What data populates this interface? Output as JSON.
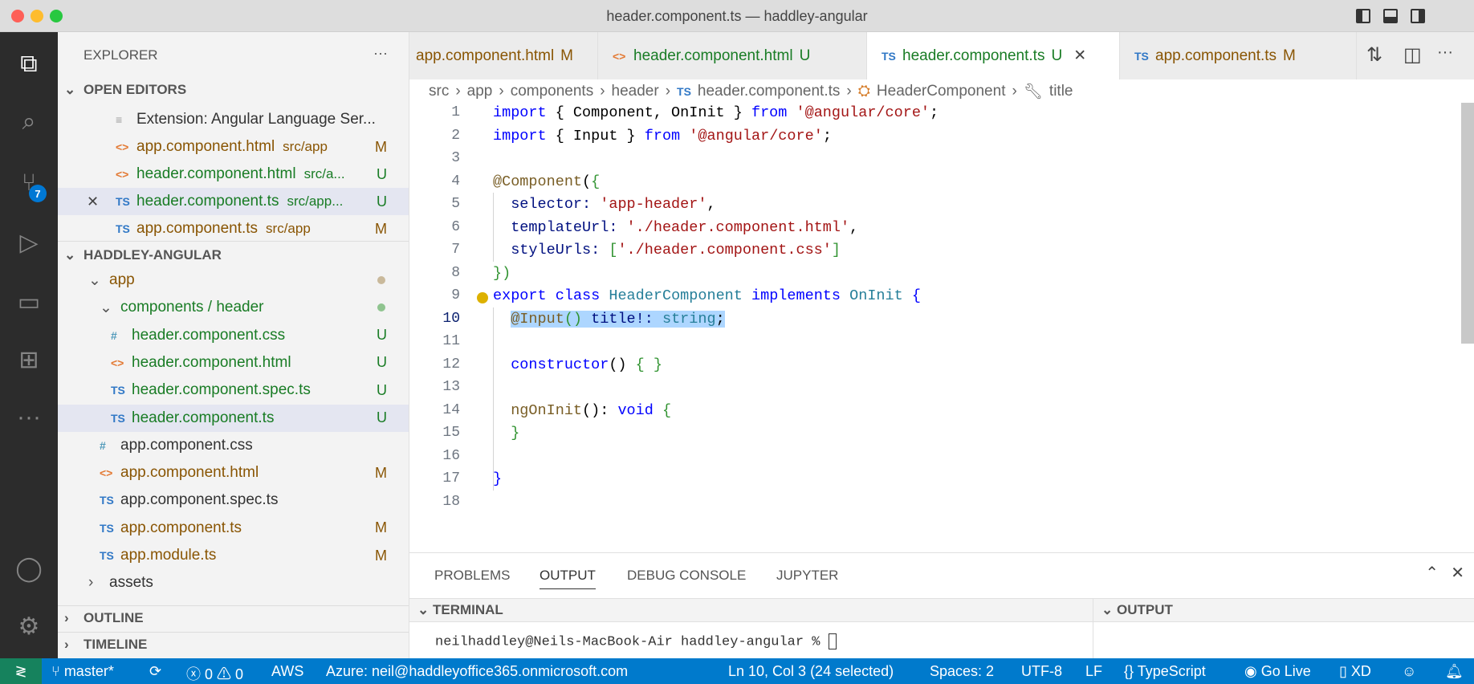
{
  "window": {
    "title": "header.component.ts — haddley-angular"
  },
  "activity": {
    "scm_badge": "7",
    "more": "···"
  },
  "sidebar": {
    "title": "EXPLORER",
    "more": "···",
    "open_editors_label": "OPEN EDITORS",
    "open_editors": [
      {
        "icon": "T",
        "name": "Extension: Angular Language Ser...",
        "desc": "",
        "badge": "",
        "state": "plain"
      },
      {
        "icon": "<>",
        "name": "app.component.html",
        "desc": "src/app",
        "badge": "M",
        "state": "mod"
      },
      {
        "icon": "<>",
        "name": "header.component.html",
        "desc": "src/a...",
        "badge": "U",
        "state": "unt"
      },
      {
        "icon": "TS",
        "name": "header.component.ts",
        "desc": "src/app...",
        "badge": "U",
        "state": "unt",
        "active": true
      },
      {
        "icon": "TS",
        "name": "app.component.ts",
        "desc": "src/app",
        "badge": "M",
        "state": "mod"
      }
    ],
    "project_label": "HADDLEY-ANGULAR",
    "tree": [
      {
        "indent": 1,
        "icon": "v",
        "name": "app",
        "badge": "dot-mod",
        "state": "mod"
      },
      {
        "indent": 2,
        "icon": "v",
        "name": "components / header",
        "badge": "dot-unt",
        "state": "unt"
      },
      {
        "indent": 3,
        "icon": "#",
        "name": "header.component.css",
        "badge": "U",
        "state": "unt"
      },
      {
        "indent": 3,
        "icon": "<>",
        "name": "header.component.html",
        "badge": "U",
        "state": "unt"
      },
      {
        "indent": 3,
        "icon": "TS",
        "name": "header.component.spec.ts",
        "badge": "U",
        "state": "unt"
      },
      {
        "indent": 3,
        "icon": "TS",
        "name": "header.component.ts",
        "badge": "U",
        "state": "unt",
        "active": true
      },
      {
        "indent": 2,
        "icon": "#",
        "name": "app.component.css",
        "badge": "",
        "state": "plain"
      },
      {
        "indent": 2,
        "icon": "<>",
        "name": "app.component.html",
        "badge": "M",
        "state": "mod"
      },
      {
        "indent": 2,
        "icon": "TS",
        "name": "app.component.spec.ts",
        "badge": "",
        "state": "plain"
      },
      {
        "indent": 2,
        "icon": "TS",
        "name": "app.component.ts",
        "badge": "M",
        "state": "mod"
      },
      {
        "indent": 2,
        "icon": "TS",
        "name": "app.module.ts",
        "badge": "M",
        "state": "mod"
      },
      {
        "indent": 1,
        "icon": ">",
        "name": "assets",
        "badge": "",
        "state": "plain"
      }
    ],
    "outline_label": "OUTLINE",
    "timeline_label": "TIMELINE"
  },
  "tabs": [
    {
      "icon": "<>",
      "name": "app.component.html",
      "badge": "M",
      "state": "mod"
    },
    {
      "icon": "<>",
      "name": "header.component.html",
      "badge": "U",
      "state": "unt"
    },
    {
      "icon": "TS",
      "name": "header.component.ts",
      "badge": "U",
      "state": "unt",
      "active": true
    },
    {
      "icon": "TS",
      "name": "app.component.ts",
      "badge": "M",
      "state": "mod"
    }
  ],
  "breadcrumb": [
    "src",
    "app",
    "components",
    "header",
    "header.component.ts",
    "HeaderComponent",
    "title"
  ],
  "editor": {
    "current_line": 10,
    "lines": [
      [
        [
          "import",
          "kw"
        ],
        [
          " { Component, OnInit } ",
          "p"
        ],
        [
          "from",
          "kw"
        ],
        [
          " ",
          "p"
        ],
        [
          "'@angular/core'",
          "str"
        ],
        [
          ";",
          "p"
        ]
      ],
      [
        [
          "import",
          "kw"
        ],
        [
          " { Input } ",
          "p"
        ],
        [
          "from",
          "kw"
        ],
        [
          " ",
          "p"
        ],
        [
          "'@angular/core'",
          "str"
        ],
        [
          ";",
          "p"
        ]
      ],
      [],
      [
        [
          "@Component",
          "dec"
        ],
        [
          "(",
          "p"
        ],
        [
          "{",
          "br"
        ]
      ],
      [
        [
          "  selector: ",
          "id"
        ],
        [
          "'app-header'",
          "str"
        ],
        [
          ",",
          "p"
        ]
      ],
      [
        [
          "  templateUrl: ",
          "id"
        ],
        [
          "'./header.component.html'",
          "str"
        ],
        [
          ",",
          "p"
        ]
      ],
      [
        [
          "  styleUrls: ",
          "id"
        ],
        [
          "[",
          "br"
        ],
        [
          "'./header.component.css'",
          "str"
        ],
        [
          "]",
          "br"
        ]
      ],
      [
        [
          "})",
          "br"
        ]
      ],
      [
        [
          "export",
          "kw"
        ],
        [
          " ",
          "p"
        ],
        [
          "class",
          "kw"
        ],
        [
          " HeaderComponent ",
          "cls"
        ],
        [
          "implements",
          "kw"
        ],
        [
          " OnInit ",
          "cls"
        ],
        [
          "{",
          "kw"
        ]
      ],
      [
        [
          "  @Input",
          "dec"
        ],
        [
          "()",
          "br"
        ],
        [
          " title!: ",
          "id"
        ],
        [
          "string",
          "cls"
        ],
        [
          ";",
          "p"
        ]
      ],
      [],
      [
        [
          "  constructor",
          "kw"
        ],
        [
          "() ",
          "p"
        ],
        [
          "{ }",
          "br"
        ]
      ],
      [],
      [
        [
          "  ngOnInit",
          "fn"
        ],
        [
          "(): ",
          "p"
        ],
        [
          "void",
          "kw"
        ],
        [
          " ",
          "p"
        ],
        [
          "{",
          "br"
        ]
      ],
      [
        [
          "  }",
          "br"
        ]
      ],
      [],
      [
        [
          "}",
          "kw"
        ]
      ],
      []
    ]
  },
  "panel": {
    "tabs": [
      "PROBLEMS",
      "OUTPUT",
      "DEBUG CONSOLE",
      "JUPYTER"
    ],
    "active_tab": "OUTPUT",
    "terminal_label": "TERMINAL",
    "output_label": "OUTPUT",
    "terminal_prompt": "neilhaddley@Neils-MacBook-Air haddley-angular % "
  },
  "status": {
    "branch": "master*",
    "errors": "0",
    "warnings": "0",
    "aws": "AWS",
    "azure": "Azure: neil@haddleyoffice365.onmicrosoft.com",
    "position": "Ln 10, Col 3 (24 selected)",
    "spaces": "Spaces: 2",
    "encoding": "UTF-8",
    "eol": "LF",
    "language": "TypeScript",
    "golive": "Go Live",
    "xd": "XD"
  },
  "colors": {
    "status_bar": "#007acc",
    "remote": "#16825d",
    "modified": "#895503",
    "untracked": "#197c25",
    "activity_bar": "#2c2c2c"
  }
}
